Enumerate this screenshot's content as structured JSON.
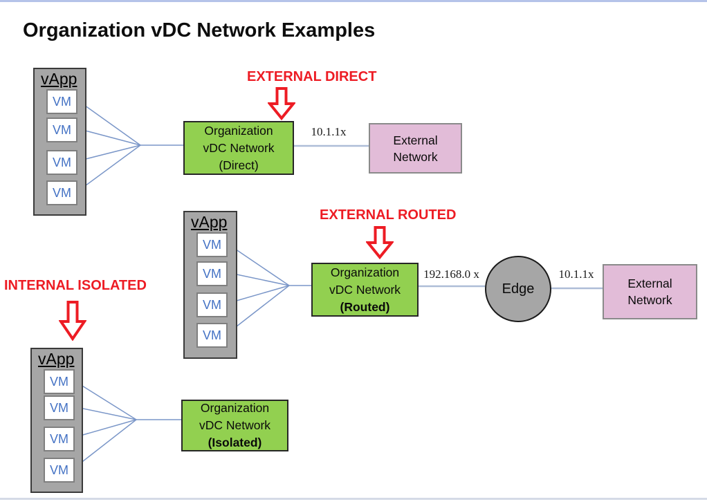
{
  "title": "Organization vDC Network Examples",
  "colors": {
    "network_green": "#92d050",
    "external_pink": "#e2bcd8",
    "vapp_gray": "#a6a6a6",
    "vm_text_blue": "#4472c4",
    "annotation_red": "#ed1c24",
    "connector_line_blue": "#aebdd7",
    "fan_line_blue": "#7a96c8"
  },
  "sections": {
    "direct": {
      "annotation": "EXTERNAL DIRECT",
      "vapp": {
        "label": "vApp",
        "vms": [
          "VM",
          "VM",
          "VM",
          "VM"
        ]
      },
      "network_box": {
        "line1": "Organization",
        "line2": "vDC Network",
        "line3": "(Direct)"
      },
      "link_label": "10.1.1x",
      "external_box": {
        "line1": "External",
        "line2": "Network"
      }
    },
    "routed": {
      "annotation": "EXTERNAL ROUTED",
      "vapp": {
        "label": "vApp",
        "vms": [
          "VM",
          "VM",
          "VM",
          "VM"
        ]
      },
      "network_box": {
        "line1": "Organization",
        "line2": "vDC Network",
        "line3": "(Routed)"
      },
      "link_label_left": "192.168.0 x",
      "edge_label": "Edge",
      "link_label_right": "10.1.1x",
      "external_box": {
        "line1": "External",
        "line2": "Network"
      }
    },
    "isolated": {
      "annotation": "INTERNAL ISOLATED",
      "vapp": {
        "label": "vApp",
        "vms": [
          "VM",
          "VM",
          "VM",
          "VM"
        ]
      },
      "network_box": {
        "line1": "Organization",
        "line2": "vDC Network",
        "line3": "(Isolated)"
      }
    }
  }
}
